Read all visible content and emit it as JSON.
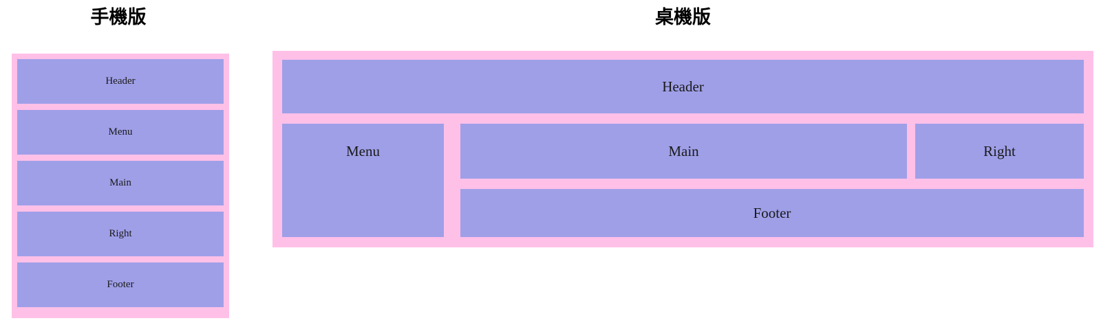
{
  "page": {
    "background_color": "#ffffff",
    "frame_color": "#ffc0e8",
    "block_color": "#9f9fe8",
    "text_color": "#1a1a1a"
  },
  "mobile": {
    "title": "手機版",
    "blocks": [
      {
        "label": "Header"
      },
      {
        "label": "Menu"
      },
      {
        "label": "Main"
      },
      {
        "label": "Right"
      },
      {
        "label": "Footer"
      }
    ]
  },
  "desktop": {
    "title": "桌機版",
    "blocks": {
      "header": "Header",
      "menu": "Menu",
      "main": "Main",
      "right": "Right",
      "footer": "Footer"
    }
  }
}
